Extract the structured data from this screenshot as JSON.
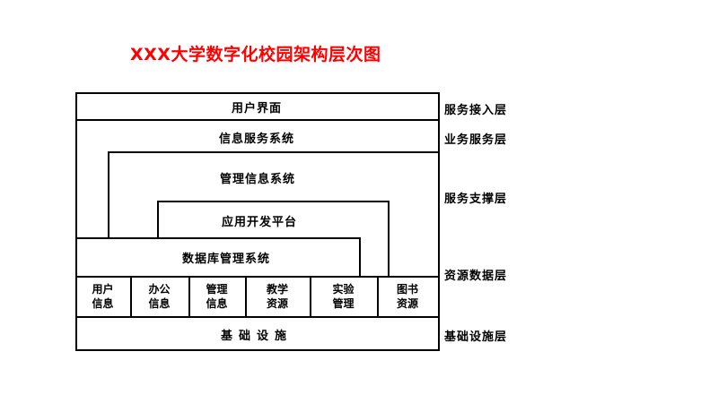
{
  "title": {
    "text": "XXX大学数字化校园架构层次图",
    "color": "#FF0000"
  },
  "boxes": {
    "user_interface": "用户界面",
    "info_service": "信息服务系统",
    "mis": "管理信息系统",
    "app_platform": "应用开发平台",
    "dbms": "数据库管理系统",
    "infrastructure": "基础设施"
  },
  "resource_cells": [
    {
      "line1": "用户",
      "line2": "信息"
    },
    {
      "line1": "办公",
      "line2": "信息"
    },
    {
      "line1": "管理",
      "line2": "信息"
    },
    {
      "line1": "教学",
      "line2": "资源"
    },
    {
      "line1": "实验",
      "line2": "管理"
    },
    {
      "line1": "图书",
      "line2": "资源"
    }
  ],
  "layer_labels": [
    {
      "label": "服务接入层"
    },
    {
      "label": "业务服务层"
    },
    {
      "label": "服务支撑层"
    },
    {
      "label": "资源数据层"
    },
    {
      "label": "基础设施层"
    }
  ],
  "colors": {
    "line": "#000000",
    "text": "#000000",
    "background": "#FFFFFF"
  }
}
